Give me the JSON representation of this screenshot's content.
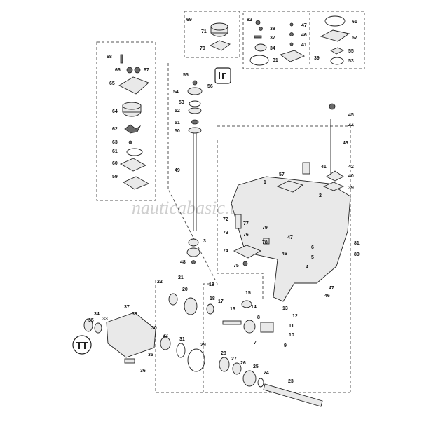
{
  "watermark": "nauticabasic.it",
  "labels": [
    {
      "id": "l69",
      "text": "69"
    },
    {
      "id": "l71",
      "text": "71"
    },
    {
      "id": "l70",
      "text": "70"
    },
    {
      "id": "l82",
      "text": "82"
    },
    {
      "id": "l38a",
      "text": "38"
    },
    {
      "id": "l37a",
      "text": "37"
    },
    {
      "id": "l34a",
      "text": "34"
    },
    {
      "id": "l31",
      "text": "31"
    },
    {
      "id": "l47a",
      "text": "47"
    },
    {
      "id": "l46a",
      "text": "46"
    },
    {
      "id": "l41a",
      "text": "41"
    },
    {
      "id": "l39a",
      "text": "39"
    },
    {
      "id": "l61a",
      "text": "61"
    },
    {
      "id": "l57a",
      "text": "57"
    },
    {
      "id": "l55",
      "text": "55"
    },
    {
      "id": "l53",
      "text": "53"
    },
    {
      "id": "l68",
      "text": "68"
    },
    {
      "id": "l66",
      "text": "66"
    },
    {
      "id": "l67",
      "text": "67"
    },
    {
      "id": "l65",
      "text": "65"
    },
    {
      "id": "l64",
      "text": "64"
    },
    {
      "id": "l62",
      "text": "62"
    },
    {
      "id": "l63",
      "text": "63"
    },
    {
      "id": "l61b",
      "text": "61"
    },
    {
      "id": "l60",
      "text": "60"
    },
    {
      "id": "l59",
      "text": "59"
    },
    {
      "id": "l55b",
      "text": "55"
    },
    {
      "id": "l56",
      "text": "56"
    },
    {
      "id": "l54",
      "text": "54"
    },
    {
      "id": "l53b",
      "text": "53"
    },
    {
      "id": "l52",
      "text": "52"
    },
    {
      "id": "l51",
      "text": "51"
    },
    {
      "id": "l50",
      "text": "50"
    },
    {
      "id": "l49",
      "text": "49"
    },
    {
      "id": "l3",
      "text": "3"
    },
    {
      "id": "l48",
      "text": "48"
    },
    {
      "id": "l45",
      "text": "45"
    },
    {
      "id": "l44",
      "text": "44"
    },
    {
      "id": "l43",
      "text": "43"
    },
    {
      "id": "l42",
      "text": "42"
    },
    {
      "id": "l41b",
      "text": "41"
    },
    {
      "id": "l40",
      "text": "40"
    },
    {
      "id": "l39b",
      "text": "39"
    },
    {
      "id": "l57b",
      "text": "57"
    },
    {
      "id": "l1",
      "text": "1"
    },
    {
      "id": "l2",
      "text": "2"
    },
    {
      "id": "l72",
      "text": "72"
    },
    {
      "id": "l73",
      "text": "73"
    },
    {
      "id": "l77",
      "text": "77"
    },
    {
      "id": "l76",
      "text": "76"
    },
    {
      "id": "l79",
      "text": "79"
    },
    {
      "id": "l78",
      "text": "78"
    },
    {
      "id": "l74",
      "text": "74"
    },
    {
      "id": "l75",
      "text": "75"
    },
    {
      "id": "l47b",
      "text": "47"
    },
    {
      "id": "l46b",
      "text": "46"
    },
    {
      "id": "l6",
      "text": "6"
    },
    {
      "id": "l5",
      "text": "5"
    },
    {
      "id": "l4",
      "text": "4"
    },
    {
      "id": "l81",
      "text": "81"
    },
    {
      "id": "l80",
      "text": "80"
    },
    {
      "id": "l47c",
      "text": "47"
    },
    {
      "id": "l46c",
      "text": "46"
    },
    {
      "id": "l21",
      "text": "21"
    },
    {
      "id": "l22",
      "text": "22"
    },
    {
      "id": "l20",
      "text": "20"
    },
    {
      "id": "l19",
      "text": "19"
    },
    {
      "id": "l18",
      "text": "18"
    },
    {
      "id": "l17",
      "text": "17"
    },
    {
      "id": "l15",
      "text": "15"
    },
    {
      "id": "l14",
      "text": "14"
    },
    {
      "id": "l16",
      "text": "16"
    },
    {
      "id": "l13",
      "text": "13"
    },
    {
      "id": "l12",
      "text": "12"
    },
    {
      "id": "l8",
      "text": "8"
    },
    {
      "id": "l11",
      "text": "11"
    },
    {
      "id": "l10",
      "text": "10"
    },
    {
      "id": "l7",
      "text": "7"
    },
    {
      "id": "l9",
      "text": "9"
    },
    {
      "id": "l34b",
      "text": "34"
    },
    {
      "id": "l35a",
      "text": "35"
    },
    {
      "id": "l33",
      "text": "33"
    },
    {
      "id": "l37b",
      "text": "37"
    },
    {
      "id": "l38b",
      "text": "38"
    },
    {
      "id": "l30",
      "text": "30"
    },
    {
      "id": "l32",
      "text": "32"
    },
    {
      "id": "l31b",
      "text": "31"
    },
    {
      "id": "l35b",
      "text": "35"
    },
    {
      "id": "l36",
      "text": "36"
    },
    {
      "id": "l29",
      "text": "29"
    },
    {
      "id": "l28",
      "text": "28"
    },
    {
      "id": "l27",
      "text": "27"
    },
    {
      "id": "l26",
      "text": "26"
    },
    {
      "id": "l25",
      "text": "25"
    },
    {
      "id": "l24",
      "text": "24"
    },
    {
      "id": "l23",
      "text": "23"
    }
  ]
}
